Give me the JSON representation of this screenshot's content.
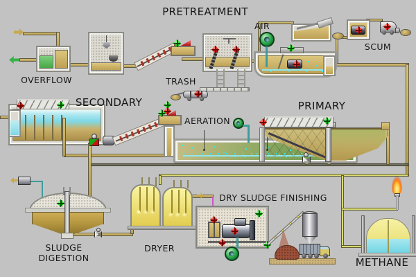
{
  "diagram": {
    "headings": {
      "pretreatment": "PRETREATMENT",
      "secondary": "SECONDARY",
      "primary": "PRIMARY"
    },
    "labels": {
      "air": "AIR",
      "scum": "SCUM",
      "overflow": "OVERFLOW",
      "trash": "TRASH",
      "aeration": "AERATION",
      "dry_sludge_finishing": "DRY SLUDGE FINISHING",
      "sludge_line1": "SLUDGE",
      "sludge_line2": "DIGESTION",
      "dryer": "DRYER",
      "methane": "METHANE"
    },
    "icons": {
      "status_alarm": "red-diamond-indicator",
      "status_ok": "green-diamond-indicator",
      "blower": "green-scroll-blower-icon",
      "valve": "bowtie-valve-icon",
      "flare": "gas-flare-flame-icon"
    },
    "status_colors": {
      "alarm_red": "#e30b00",
      "ok_green": "#00d300"
    },
    "palette": {
      "background": "#c2c2c2",
      "pipe_tan": "#c9b26b",
      "pipe_gas_yellow": "#d9d973",
      "pipe_dark_olive": "#72725e",
      "water_cyan": "#7fd8e6",
      "water_green": "#7f9e55",
      "liquid_yellow": "#efe98c",
      "overflow_green": "#5cbf5c",
      "sludge_brown": "#9a4f38"
    }
  }
}
